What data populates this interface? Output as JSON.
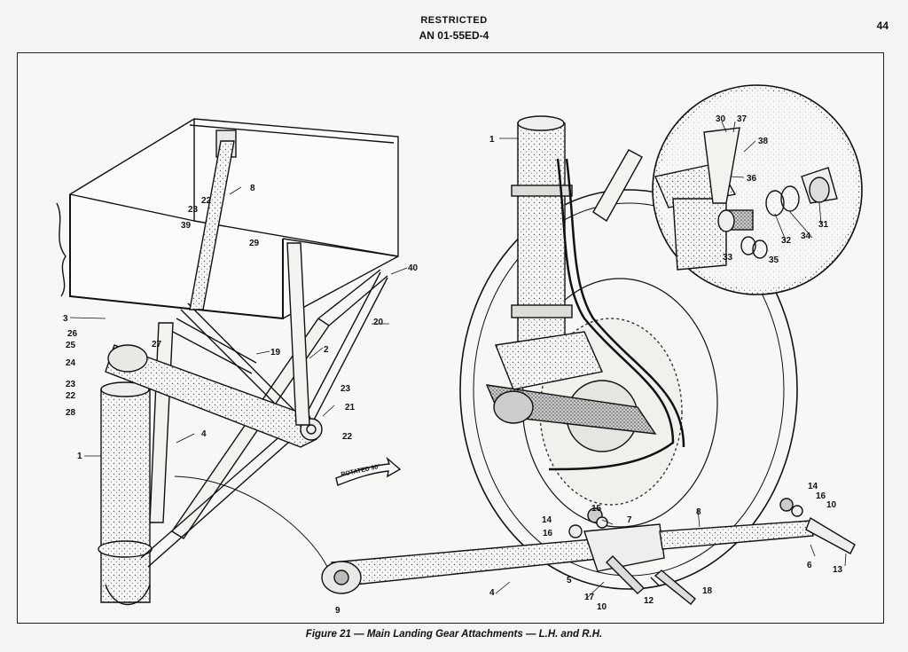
{
  "header": {
    "classification": "RESTRICTED",
    "doc_number": "AN 01-55ED-4",
    "page_number": "44"
  },
  "figure": {
    "caption": "Figure 21 — Main Landing Gear Attachments — L.H. and R.H.",
    "rotated_note": "ROTATED 90°",
    "callouts": {
      "c1a": "1",
      "c2": "2",
      "c3": "3",
      "c4a": "4",
      "c8a": "8",
      "c19": "19",
      "c20": "20",
      "c21": "21",
      "c22a": "22",
      "c22b": "22",
      "c22c": "22",
      "c23a": "23",
      "c23b": "23",
      "c23c": "23",
      "c24": "24",
      "c25": "25",
      "c26": "26",
      "c27": "27",
      "c28": "28",
      "c29": "29",
      "c39": "39",
      "c40": "40",
      "c1b": "1",
      "c30": "30",
      "c31": "31",
      "c32": "32",
      "c33": "33",
      "c34": "34",
      "c35": "35",
      "c36": "36",
      "c37": "37",
      "c38": "38",
      "c4b": "4",
      "c5": "5",
      "c6": "6",
      "c7": "7",
      "c8b": "8",
      "c9": "9",
      "c10a": "10",
      "c10b": "10",
      "c12": "12",
      "c13": "13",
      "c14a": "14",
      "c14b": "14",
      "c15": "15",
      "c16a": "16",
      "c16b": "16",
      "c17": "17",
      "c18": "18"
    }
  }
}
